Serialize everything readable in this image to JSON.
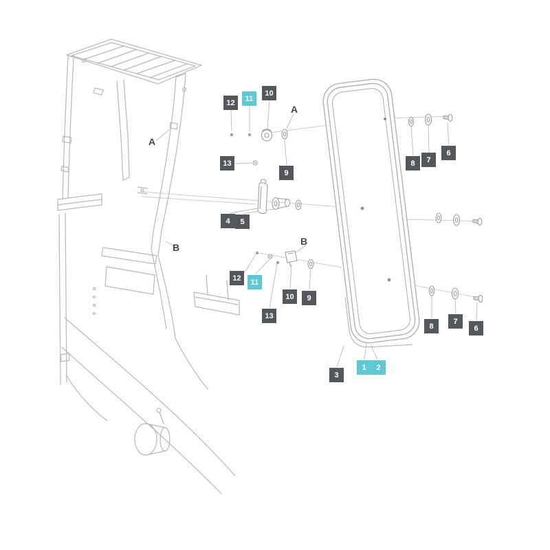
{
  "diagram": {
    "type": "exploded-parts-diagram",
    "background": "#ffffff",
    "line_color": "#b4b9bf",
    "callout_colors": {
      "default": "#54585d",
      "highlight": "#5ec9d3",
      "text": "#ffffff"
    },
    "callouts": [
      {
        "text": "12",
        "highlighted": false
      },
      {
        "text": "11",
        "highlighted": true
      },
      {
        "text": "10",
        "highlighted": false
      },
      {
        "text": "13",
        "highlighted": false
      },
      {
        "text": "9",
        "highlighted": false
      },
      {
        "text": "4",
        "highlighted": false
      },
      {
        "text": "5",
        "highlighted": false
      },
      {
        "text": "8",
        "highlighted": false
      },
      {
        "text": "7",
        "highlighted": false
      },
      {
        "text": "6",
        "highlighted": false
      },
      {
        "text": "12",
        "highlighted": false
      },
      {
        "text": "11",
        "highlighted": true
      },
      {
        "text": "13",
        "highlighted": false
      },
      {
        "text": "10",
        "highlighted": false
      },
      {
        "text": "9",
        "highlighted": false
      },
      {
        "text": "3",
        "highlighted": false
      },
      {
        "text": "1",
        "highlighted": true
      },
      {
        "text": "2",
        "highlighted": true
      },
      {
        "text": "8",
        "highlighted": false
      },
      {
        "text": "7",
        "highlighted": false
      },
      {
        "text": "6",
        "highlighted": false
      }
    ],
    "letters": [
      "A",
      "A",
      "B",
      "B"
    ]
  }
}
